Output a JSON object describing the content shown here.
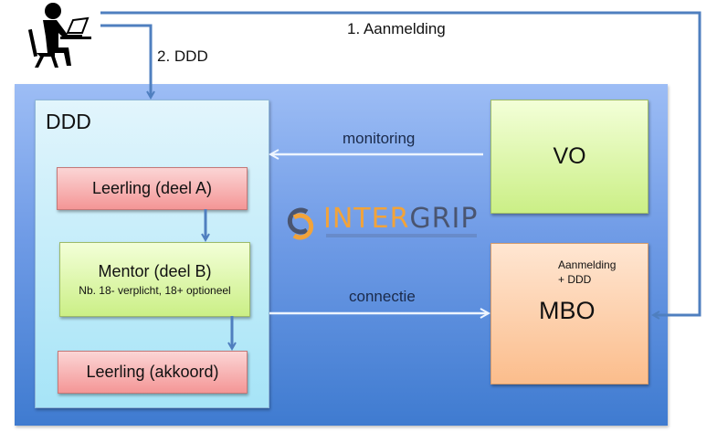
{
  "flow_labels": {
    "step1": "1. Aanmelding",
    "step2": "2. DDD",
    "monitoring": "monitoring",
    "connectie": "connectie"
  },
  "ddd_panel": {
    "title": "DDD",
    "steps": [
      {
        "label": "Leerling (deel A)"
      },
      {
        "label": "Mentor (deel B)",
        "note": "Nb. 18- verplicht, 18+ optioneel"
      },
      {
        "label": "Leerling (akkoord)"
      }
    ]
  },
  "vo": {
    "label": "VO"
  },
  "mbo": {
    "label": "MBO",
    "sub_line1": "Aanmelding",
    "sub_line2": "+ DDD"
  },
  "logo": {
    "part1": "INTER",
    "part2": "GRIP"
  },
  "icons": {
    "user": "person-at-laptop-icon"
  },
  "colors": {
    "outer_box": "#4a83d6",
    "arrow": "#4f7fbf",
    "pink": "#f49696",
    "green": "#cbef86",
    "orange": "#fbbd8c",
    "logo_orange": "#f2a33a",
    "logo_dark": "#4a5570"
  }
}
